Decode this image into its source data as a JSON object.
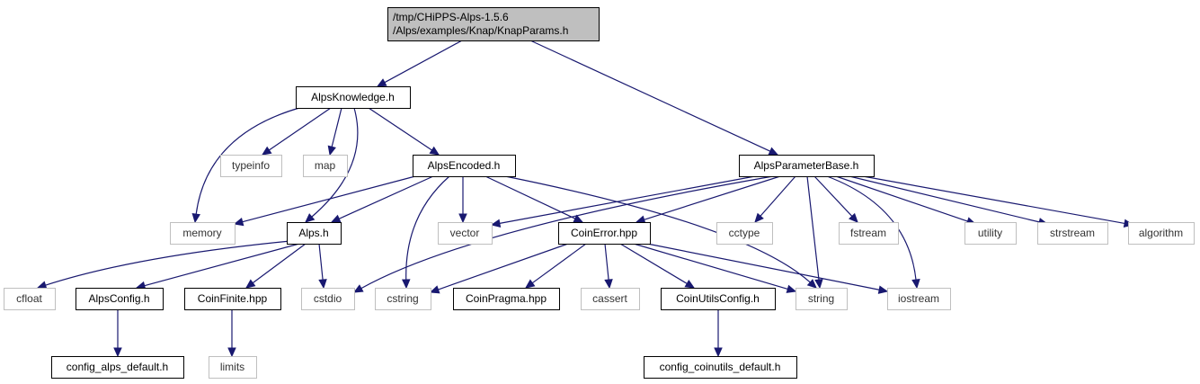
{
  "diagram": {
    "nodes": [
      {
        "id": "root",
        "label": [
          "/tmp/CHiPPS-Alps-1.5.6",
          "/Alps/examples/Knap/KnapParams.h"
        ],
        "kind": "root"
      },
      {
        "id": "alpsknowledge",
        "label": [
          "AlpsKnowledge.h"
        ],
        "kind": "file"
      },
      {
        "id": "alpsparameterbase",
        "label": [
          "AlpsParameterBase.h"
        ],
        "kind": "file"
      },
      {
        "id": "typeinfo",
        "label": [
          "typeinfo"
        ],
        "kind": "system"
      },
      {
        "id": "map",
        "label": [
          "map"
        ],
        "kind": "system"
      },
      {
        "id": "alpsencoded",
        "label": [
          "AlpsEncoded.h"
        ],
        "kind": "file"
      },
      {
        "id": "memory",
        "label": [
          "memory"
        ],
        "kind": "system"
      },
      {
        "id": "alps",
        "label": [
          "Alps.h"
        ],
        "kind": "file"
      },
      {
        "id": "vector",
        "label": [
          "vector"
        ],
        "kind": "system"
      },
      {
        "id": "coinerror",
        "label": [
          "CoinError.hpp"
        ],
        "kind": "file"
      },
      {
        "id": "cctype",
        "label": [
          "cctype"
        ],
        "kind": "system"
      },
      {
        "id": "fstream",
        "label": [
          "fstream"
        ],
        "kind": "system"
      },
      {
        "id": "utility",
        "label": [
          "utility"
        ],
        "kind": "system"
      },
      {
        "id": "strstream",
        "label": [
          "strstream"
        ],
        "kind": "system"
      },
      {
        "id": "algorithm",
        "label": [
          "algorithm"
        ],
        "kind": "system"
      },
      {
        "id": "cfloat",
        "label": [
          "cfloat"
        ],
        "kind": "system"
      },
      {
        "id": "alpsconfig",
        "label": [
          "AlpsConfig.h"
        ],
        "kind": "file"
      },
      {
        "id": "coinfinite",
        "label": [
          "CoinFinite.hpp"
        ],
        "kind": "file"
      },
      {
        "id": "cstdio",
        "label": [
          "cstdio"
        ],
        "kind": "system"
      },
      {
        "id": "cstring",
        "label": [
          "cstring"
        ],
        "kind": "system"
      },
      {
        "id": "coinpragma",
        "label": [
          "CoinPragma.hpp"
        ],
        "kind": "file"
      },
      {
        "id": "cassert",
        "label": [
          "cassert"
        ],
        "kind": "system"
      },
      {
        "id": "coinutilsconfig",
        "label": [
          "CoinUtilsConfig.h"
        ],
        "kind": "file"
      },
      {
        "id": "string",
        "label": [
          "string"
        ],
        "kind": "system"
      },
      {
        "id": "iostream",
        "label": [
          "iostream"
        ],
        "kind": "system"
      },
      {
        "id": "configalpsdefault",
        "label": [
          "config_alps_default.h"
        ],
        "kind": "file"
      },
      {
        "id": "limits",
        "label": [
          "limits"
        ],
        "kind": "system"
      },
      {
        "id": "configcoinutilsdefault",
        "label": [
          "config_coinutils_default.h"
        ],
        "kind": "file"
      }
    ],
    "edges": [
      [
        "root",
        "alpsknowledge"
      ],
      [
        "root",
        "alpsparameterbase"
      ],
      [
        "alpsknowledge",
        "memory"
      ],
      [
        "alpsknowledge",
        "typeinfo"
      ],
      [
        "alpsknowledge",
        "map"
      ],
      [
        "alpsknowledge",
        "alps"
      ],
      [
        "alpsknowledge",
        "alpsencoded"
      ],
      [
        "alpsencoded",
        "memory"
      ],
      [
        "alpsencoded",
        "alps"
      ],
      [
        "alpsencoded",
        "cstring"
      ],
      [
        "alpsencoded",
        "vector"
      ],
      [
        "alpsencoded",
        "coinerror"
      ],
      [
        "alpsencoded",
        "string"
      ],
      [
        "alpsparameterbase",
        "vector"
      ],
      [
        "alpsparameterbase",
        "cstdio"
      ],
      [
        "alpsparameterbase",
        "coinerror"
      ],
      [
        "alpsparameterbase",
        "cctype"
      ],
      [
        "alpsparameterbase",
        "string"
      ],
      [
        "alpsparameterbase",
        "fstream"
      ],
      [
        "alpsparameterbase",
        "iostream"
      ],
      [
        "alpsparameterbase",
        "utility"
      ],
      [
        "alpsparameterbase",
        "strstream"
      ],
      [
        "alpsparameterbase",
        "algorithm"
      ],
      [
        "alps",
        "cfloat"
      ],
      [
        "alps",
        "alpsconfig"
      ],
      [
        "alps",
        "coinfinite"
      ],
      [
        "alps",
        "cstdio"
      ],
      [
        "coinerror",
        "cstring"
      ],
      [
        "coinerror",
        "coinpragma"
      ],
      [
        "coinerror",
        "cassert"
      ],
      [
        "coinerror",
        "coinutilsconfig"
      ],
      [
        "coinerror",
        "string"
      ],
      [
        "coinerror",
        "iostream"
      ],
      [
        "alpsconfig",
        "configalpsdefault"
      ],
      [
        "coinfinite",
        "limits"
      ],
      [
        "coinutilsconfig",
        "configcoinutilsdefault"
      ]
    ]
  }
}
